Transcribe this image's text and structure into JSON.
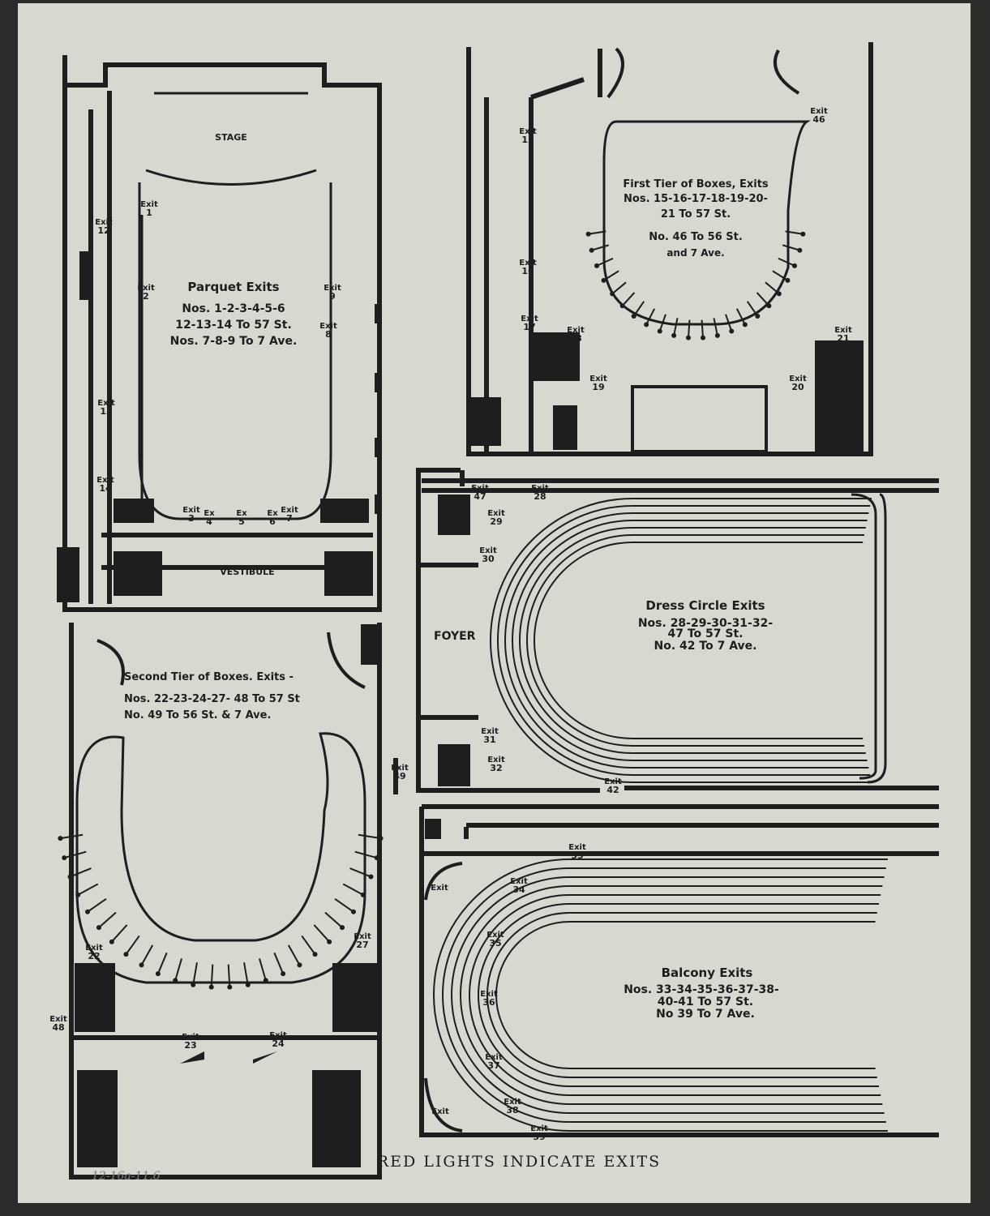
{
  "parquet": {
    "stage": "STAGE",
    "vestibule": "VESTIBULE",
    "title": "Parquet Exits",
    "line1": "Nos. 1-2-3-4-5-6",
    "line2": "12-13-14 To 57 St.",
    "line3": "Nos. 7-8-9 To 7 Ave.",
    "exits": [
      {
        "w": "Exit",
        "n": "1"
      },
      {
        "w": "Exit",
        "n": "2"
      },
      {
        "w": "Exit",
        "n": "9"
      },
      {
        "w": "Exit",
        "n": "8"
      },
      {
        "w": "Exit",
        "n": "12"
      },
      {
        "w": "Exit",
        "n": "13"
      },
      {
        "w": "Exit",
        "n": "14"
      },
      {
        "w": "Exit",
        "n": "3"
      },
      {
        "w": "Ex",
        "n": "4"
      },
      {
        "w": "Ex",
        "n": "5"
      },
      {
        "w": "Ex",
        "n": "6"
      },
      {
        "w": "Exit",
        "n": "7"
      }
    ]
  },
  "first_tier": {
    "title": "First Tier of Boxes, Exits",
    "line1": "Nos. 15-16-17-18-19-20-",
    "line2": "21 To 57 St.",
    "line3": "No. 46 To 56 St.",
    "line4": "and 7 Ave.",
    "exits": [
      {
        "w": "Exit",
        "n": "15"
      },
      {
        "w": "Exit",
        "n": "16"
      },
      {
        "w": "Exit",
        "n": "17"
      },
      {
        "w": "Exit",
        "n": "18"
      },
      {
        "w": "Exit",
        "n": "19"
      },
      {
        "w": "Exit",
        "n": "46"
      },
      {
        "w": "Exit",
        "n": "20"
      },
      {
        "w": "Exit",
        "n": "21"
      }
    ]
  },
  "dress_circle": {
    "foyer": "FOYER",
    "title": "Dress Circle Exits",
    "line1": "Nos. 28-29-30-31-32-",
    "line2": "47 To 57 St.",
    "line3": "No. 42 To 7 Ave.",
    "exits": [
      {
        "w": "Exit",
        "n": "47"
      },
      {
        "w": "Exit",
        "n": "28"
      },
      {
        "w": "Exit",
        "n": "29"
      },
      {
        "w": "Exit",
        "n": "30"
      },
      {
        "w": "Exit",
        "n": "31"
      },
      {
        "w": "Exit",
        "n": "32"
      },
      {
        "w": "Exit",
        "n": "42"
      }
    ]
  },
  "second_tier": {
    "title": "Second Tier of Boxes. Exits -",
    "line1": "Nos. 22-23-24-27- 48 To 57 St",
    "line2": "No. 49 To 56 St. & 7 Ave.",
    "exits": [
      {
        "w": "Exit",
        "n": "49"
      },
      {
        "w": "Exit",
        "n": "22"
      },
      {
        "w": "Exit",
        "n": "27"
      },
      {
        "w": "Exit",
        "n": "48"
      },
      {
        "w": "Exit",
        "n": "23"
      },
      {
        "w": "Exit",
        "n": "24"
      }
    ]
  },
  "balcony": {
    "title": "Balcony Exits",
    "line1": "Nos. 33-34-35-36-37-38-",
    "line2": "40-41 To 57 St.",
    "line3": "No 39 To 7 Ave.",
    "exits": [
      {
        "w": "Exit",
        "n": "33"
      },
      {
        "w": "Exit",
        "n": "34"
      },
      {
        "w": "Exit",
        "n": "35"
      },
      {
        "w": "Exit",
        "n": "36"
      },
      {
        "w": "Exit",
        "n": "37"
      },
      {
        "w": "Exit",
        "n": "38"
      },
      {
        "w": "Exit",
        "n": "39"
      },
      {
        "w": "Exit",
        "n": ""
      },
      {
        "w": "Exit",
        "n": ""
      }
    ]
  },
  "footer": "RED LIGHTS INDICATE EXITS",
  "handwritten_note": "12-16a-11.6"
}
